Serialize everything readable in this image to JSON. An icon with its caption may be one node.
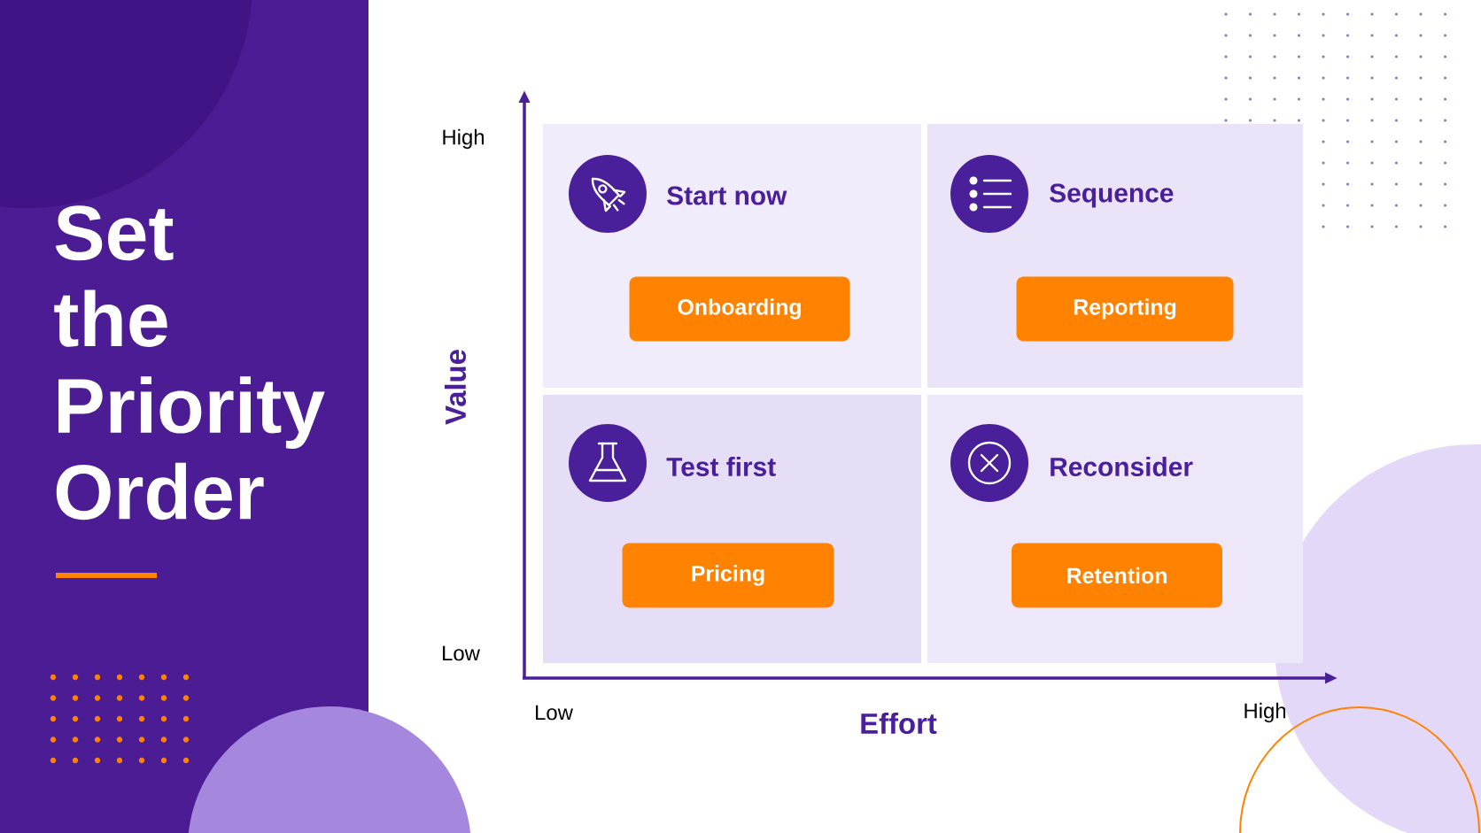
{
  "diagram": {
    "title": "Set the Priority Order",
    "nodes": [
      {
        "text": [
          "Start now"
        ]
      },
      {
        "text": [
          "Onboarding"
        ],
        "in": 0
      },
      {
        "text": [
          "Sequence"
        ]
      },
      {
        "text": [
          "Reporting"
        ],
        "in": 2
      },
      {
        "text": [
          "Test first"
        ]
      },
      {
        "text": [
          "Pricing"
        ],
        "in": 4
      },
      {
        "text": [
          "Reconsider"
        ]
      },
      {
        "text": [
          "Retention"
        ],
        "in": 6
      }
    ],
    "edges": [],
    "labels": [
      "High",
      "Value",
      "Low",
      "Low",
      "Effort",
      "High"
    ]
  }
}
